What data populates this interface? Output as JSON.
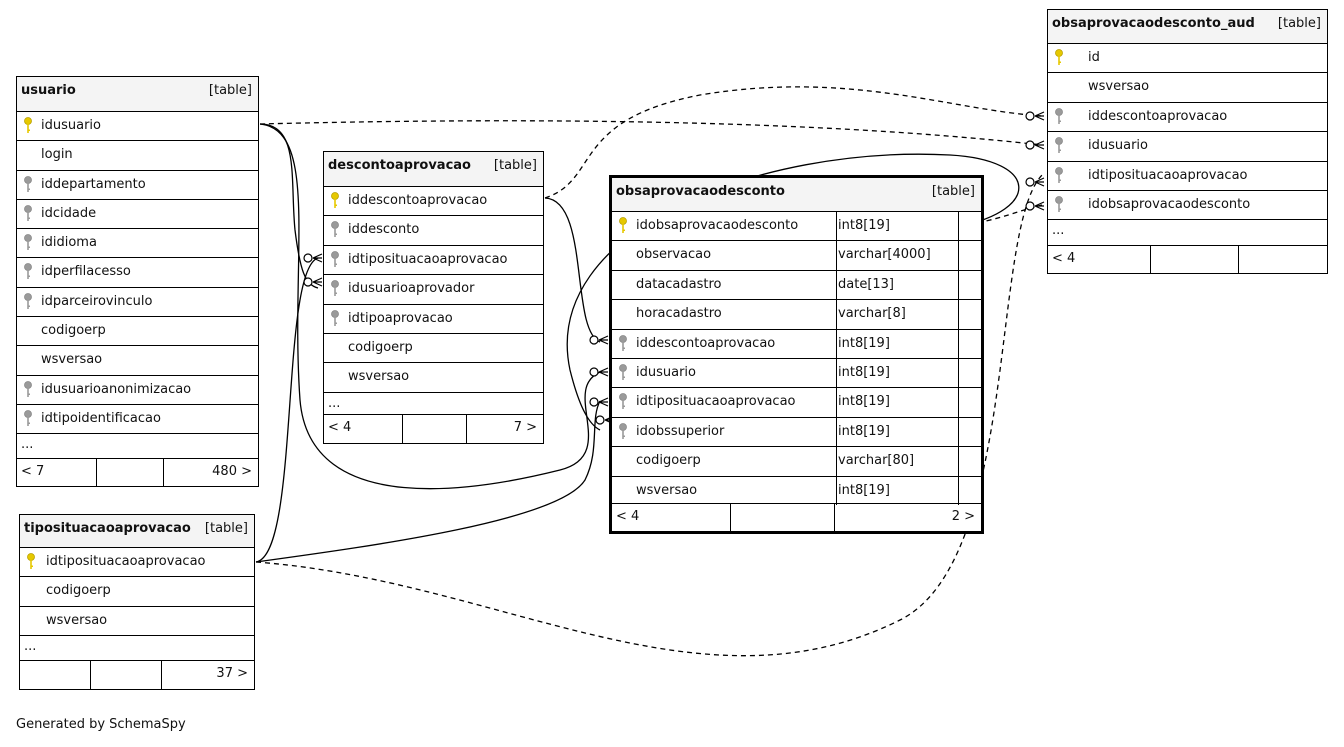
{
  "tables": [
    {
      "id": "usuario",
      "name": "usuario",
      "type_label": "[table]",
      "columns": [
        {
          "name": "idusuario",
          "key": "pk"
        },
        {
          "name": "login",
          "key": "none"
        },
        {
          "name": "iddepartamento",
          "key": "fk"
        },
        {
          "name": "idcidade",
          "key": "fk"
        },
        {
          "name": "ididioma",
          "key": "fk"
        },
        {
          "name": "idperfilacesso",
          "key": "fk"
        },
        {
          "name": "idparceirovinculo",
          "key": "fk"
        },
        {
          "name": "codigoerp",
          "key": "none"
        },
        {
          "name": "wsversao",
          "key": "none"
        },
        {
          "name": "idusuarioanonimizacao",
          "key": "fk"
        },
        {
          "name": "idtipoidentificacao",
          "key": "fk"
        }
      ],
      "more": "...",
      "footer": {
        "left": "< 7",
        "right": "480 >"
      }
    },
    {
      "id": "descontoaprovacao",
      "name": "descontoaprovacao",
      "type_label": "[table]",
      "columns": [
        {
          "name": "iddescontoaprovacao",
          "key": "pk"
        },
        {
          "name": "iddesconto",
          "key": "fk"
        },
        {
          "name": "idtiposituacaoaprovacao",
          "key": "fk"
        },
        {
          "name": "idusuarioaprovador",
          "key": "fk"
        },
        {
          "name": "idtipoaprovacao",
          "key": "fk"
        },
        {
          "name": "codigoerp",
          "key": "none"
        },
        {
          "name": "wsversao",
          "key": "none"
        }
      ],
      "more": "...",
      "footer": {
        "left": "< 4",
        "right": "7 >"
      }
    },
    {
      "id": "obsaprovacaodesconto",
      "name": "obsaprovacaodesconto",
      "type_label": "[table]",
      "columns": [
        {
          "name": "idobsaprovacaodesconto",
          "key": "pk",
          "type": "int8[19]"
        },
        {
          "name": "observacao",
          "key": "none",
          "type": "varchar[4000]"
        },
        {
          "name": "datacadastro",
          "key": "none",
          "type": "date[13]"
        },
        {
          "name": "horacadastro",
          "key": "none",
          "type": "varchar[8]"
        },
        {
          "name": "iddescontoaprovacao",
          "key": "fk",
          "type": "int8[19]"
        },
        {
          "name": "idusuario",
          "key": "fk",
          "type": "int8[19]"
        },
        {
          "name": "idtiposituacaoaprovacao",
          "key": "fk",
          "type": "int8[19]"
        },
        {
          "name": "idobssuperior",
          "key": "fk",
          "type": "int8[19]"
        },
        {
          "name": "codigoerp",
          "key": "none",
          "type": "varchar[80]"
        },
        {
          "name": "wsversao",
          "key": "none",
          "type": "int8[19]"
        }
      ],
      "more": "",
      "footer": {
        "left": "< 4",
        "right": "2 >"
      }
    },
    {
      "id": "obsaprovacaodesconto_aud",
      "name": "obsaprovacaodesconto_aud",
      "type_label": "[table]",
      "columns": [
        {
          "name": "id",
          "key": "pk"
        },
        {
          "name": "wsversao",
          "key": "none"
        },
        {
          "name": "iddescontoaprovacao",
          "key": "fk"
        },
        {
          "name": "idusuario",
          "key": "fk"
        },
        {
          "name": "idtiposituacaoaprovacao",
          "key": "fk"
        },
        {
          "name": "idobsaprovacaodesconto",
          "key": "fk"
        }
      ],
      "more": "...",
      "footer": {
        "left": "< 4",
        "right": ""
      }
    },
    {
      "id": "tiposituacaoaprovacao",
      "name": "tiposituacaoaprovacao",
      "type_label": "[table]",
      "columns": [
        {
          "name": "idtiposituacaoaprovacao",
          "key": "pk"
        },
        {
          "name": "codigoerp",
          "key": "none"
        },
        {
          "name": "wsversao",
          "key": "none"
        }
      ],
      "more": "...",
      "footer": {
        "left": "",
        "right": "37 >"
      }
    }
  ],
  "relationships": [
    {
      "from": "usuario.idusuario",
      "to": "descontoaprovacao.idusuarioaprovador",
      "style": "solid"
    },
    {
      "from": "usuario.idusuario",
      "to": "obsaprovacaodesconto.idusuario",
      "style": "solid"
    },
    {
      "from": "usuario.idusuario",
      "to": "obsaprovacaodesconto_aud.idusuario",
      "style": "dashed"
    },
    {
      "from": "tiposituacaoaprovacao.idtiposituacaoaprovacao",
      "to": "descontoaprovacao.idtiposituacaoaprovacao",
      "style": "solid"
    },
    {
      "from": "tiposituacaoaprovacao.idtiposituacaoaprovacao",
      "to": "obsaprovacaodesconto.idtiposituacaoaprovacao",
      "style": "solid"
    },
    {
      "from": "tiposituacaoaprovacao.idtiposituacaoaprovacao",
      "to": "obsaprovacaodesconto_aud.idtiposituacaoaprovacao",
      "style": "dashed"
    },
    {
      "from": "descontoaprovacao.iddescontoaprovacao",
      "to": "obsaprovacaodesconto.iddescontoaprovacao",
      "style": "solid"
    },
    {
      "from": "descontoaprovacao.iddescontoaprovacao",
      "to": "obsaprovacaodesconto_aud.iddescontoaprovacao",
      "style": "dashed"
    },
    {
      "from": "obsaprovacaodesconto.idobsaprovacaodesconto",
      "to": "obsaprovacaodesconto.idobssuperior",
      "style": "solid"
    },
    {
      "from": "obsaprovacaodesconto.idobsaprovacaodesconto",
      "to": "obsaprovacaodesconto_aud.idobsaprovacaodesconto",
      "style": "dashed"
    }
  ],
  "colors": {
    "pk_key": "#e6c800",
    "fk_key": "#9a9a9a",
    "header_bg": "#f4f4f4"
  },
  "footer_text": "Generated by SchemaSpy"
}
